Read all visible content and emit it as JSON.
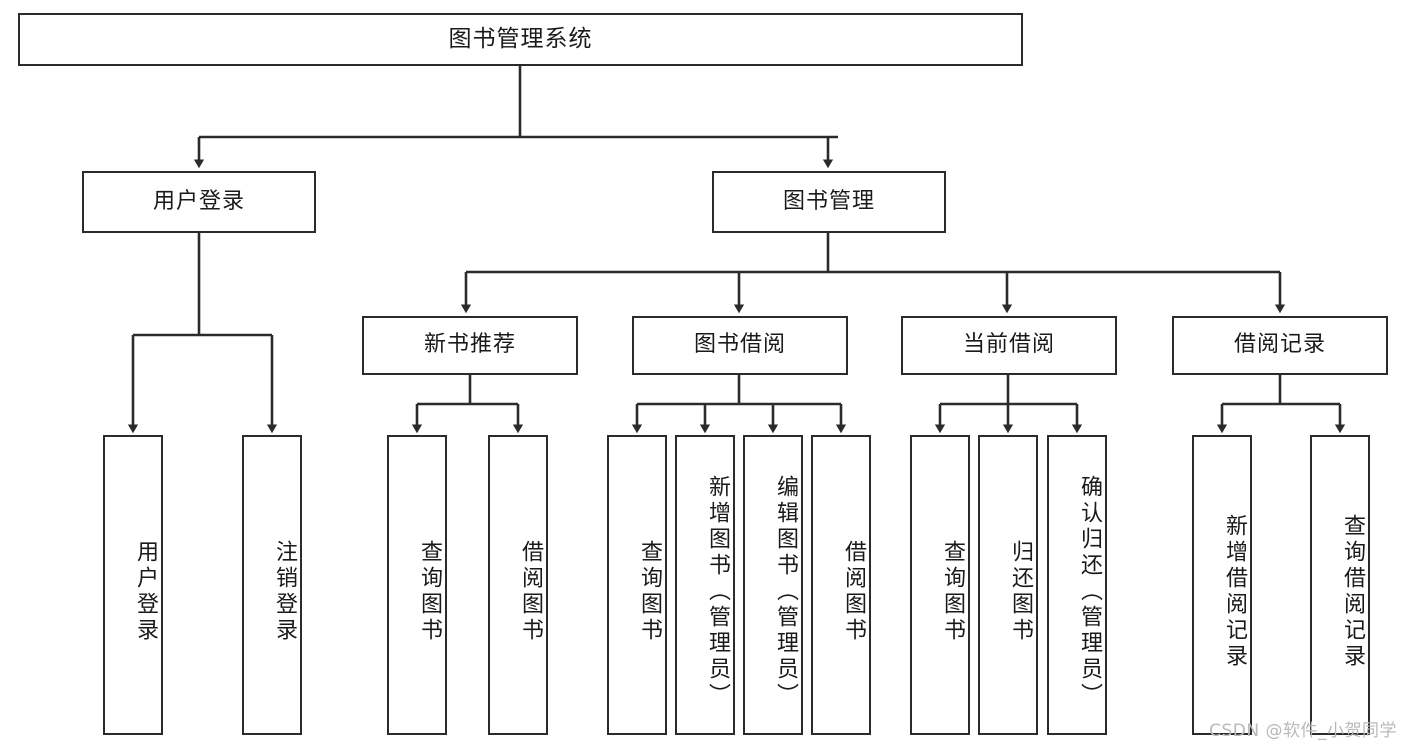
{
  "diagram": {
    "title": "图书管理系统",
    "type": "tree-structure-chart",
    "watermark": "CSDN @软件_小贺同学",
    "colors": {
      "background": "#ffffff",
      "box_border": "#2b2b2b",
      "connector": "#2b2b2b",
      "text": "#1a1a1a",
      "watermark": "#b9b9b9"
    }
  },
  "root": {
    "label": "图书管理系统"
  },
  "level2": [
    {
      "id": "user-login",
      "label": "用户登录"
    },
    {
      "id": "book-management",
      "label": "图书管理"
    }
  ],
  "level3": [
    {
      "id": "new-book-recommend",
      "label": "新书推荐"
    },
    {
      "id": "book-borrow",
      "label": "图书借阅"
    },
    {
      "id": "current-borrow",
      "label": "当前借阅"
    },
    {
      "id": "borrow-record",
      "label": "借阅记录"
    }
  ],
  "leaves": {
    "user_login": [
      {
        "id": "leaf-user-login",
        "label": "用户登录"
      },
      {
        "id": "leaf-logout-login",
        "label": "注销登录"
      }
    ],
    "new_book_recommend": [
      {
        "id": "leaf-query-book-1",
        "label": "查询图书"
      },
      {
        "id": "leaf-borrow-book-1",
        "label": "借阅图书"
      }
    ],
    "book_borrow": [
      {
        "id": "leaf-query-book-2",
        "label": "查询图书"
      },
      {
        "id": "leaf-add-book",
        "label": "新增图书（管理员）"
      },
      {
        "id": "leaf-edit-book",
        "label": "编辑图书（管理员）"
      },
      {
        "id": "leaf-borrow-book-2",
        "label": "借阅图书"
      }
    ],
    "current_borrow": [
      {
        "id": "leaf-query-book-3",
        "label": "查询图书"
      },
      {
        "id": "leaf-return-book",
        "label": "归还图书"
      },
      {
        "id": "leaf-confirm-return",
        "label": "确认归还（管理员）"
      }
    ],
    "borrow_record": [
      {
        "id": "leaf-add-record",
        "label": "新增借阅记录"
      },
      {
        "id": "leaf-query-record",
        "label": "查询借阅记录"
      }
    ]
  }
}
